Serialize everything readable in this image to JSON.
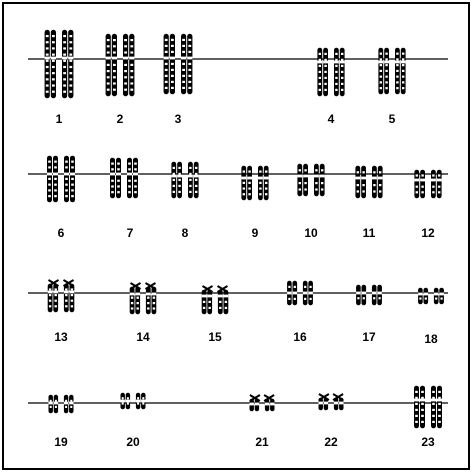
{
  "colors": {
    "ink": "#000000",
    "paper": "#ffffff",
    "band_light": "#ffffff",
    "centromere": "#000000"
  },
  "chromosomes": [
    {
      "label": "1"
    },
    {
      "label": "2"
    },
    {
      "label": "3"
    },
    {
      "label": "4"
    },
    {
      "label": "5"
    },
    {
      "label": "6"
    },
    {
      "label": "7"
    },
    {
      "label": "8"
    },
    {
      "label": "9"
    },
    {
      "label": "10"
    },
    {
      "label": "11"
    },
    {
      "label": "12"
    },
    {
      "label": "13"
    },
    {
      "label": "14"
    },
    {
      "label": "15"
    },
    {
      "label": "16"
    },
    {
      "label": "17"
    },
    {
      "label": "18"
    },
    {
      "label": "19"
    },
    {
      "label": "20"
    },
    {
      "label": "21"
    },
    {
      "label": "22"
    },
    {
      "label": "23"
    }
  ]
}
